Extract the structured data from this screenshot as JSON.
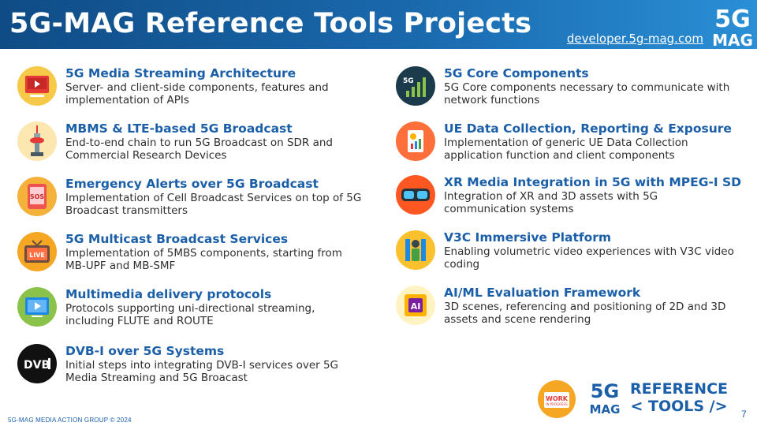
{
  "header": {
    "title": "5G-MAG Reference Tools Projects",
    "url": "developer.5g-mag.com",
    "logo_top": "5G",
    "logo_bottom": "MAG"
  },
  "left_items": [
    {
      "title": "5G Media Streaming Architecture",
      "desc": "Server- and client-side components, features and implementation of APIs",
      "icon": "video-player-icon"
    },
    {
      "title": "MBMS & LTE-based 5G Broadcast",
      "desc": "End-to-end chain to run 5G Broadcast on SDR and Commercial Research Devices",
      "icon": "broadcast-tower-icon"
    },
    {
      "title": "Emergency Alerts over 5G Broadcast",
      "desc": "Implementation of Cell Broadcast Services on top of 5G Broadcast transmitters",
      "icon": "sos-phone-icon",
      "icon_text": "SOS"
    },
    {
      "title": "5G Multicast Broadcast Services",
      "desc": "Implementation of 5MBS components, starting from MB-UPF and MB-SMF",
      "icon": "live-tv-icon",
      "icon_text": "LIVE"
    },
    {
      "title": "Multimedia delivery protocols",
      "desc": "Protocols supporting uni-directional streaming, including FLUTE and ROUTE",
      "icon": "media-play-icon"
    },
    {
      "title": "DVB-I over 5G Systems",
      "desc": "Initial steps into integrating DVB-I services over 5G Media Streaming and 5G Broacast",
      "icon": "dvb-i-logo-icon",
      "icon_text": "DVB"
    }
  ],
  "right_items": [
    {
      "title": "5G Core Components",
      "desc": "5G Core components necessary to communicate with network functions",
      "icon": "5g-signal-icon",
      "icon_text": "5G"
    },
    {
      "title": "UE Data Collection, Reporting & Exposure",
      "desc": "Implementation of generic UE Data Collection application function and client components",
      "icon": "data-report-icon"
    },
    {
      "title": "XR Media Integration in 5G with MPEG-I SD",
      "desc": "Integration of XR and 3D assets with 5G communication systems",
      "icon": "vr-headset-icon"
    },
    {
      "title": "V3C Immersive Platform",
      "desc": "Enabling volumetric video experiences with V3C video coding",
      "icon": "volumetric-person-icon"
    },
    {
      "title": "AI/ML Evaluation Framework",
      "desc": "3D scenes, referencing and positioning of 2D and 3D assets and scene rendering",
      "icon": "ai-chip-icon",
      "icon_text": "AI"
    }
  ],
  "footer": {
    "copyright": "5G-MAG MEDIA ACTION GROUP © 2024",
    "page_number": "7",
    "wip_line1": "WORK",
    "wip_line2": "IN PROGRESS",
    "ref_line1": "REFERENCE",
    "ref_line2": "< TOOLS />",
    "ref_logo_top": "5G",
    "ref_logo_bottom": "MAG"
  },
  "colors": {
    "header_dark": "#0f4c86",
    "header_light": "#2a8fd6",
    "title_blue": "#1b5fa8",
    "text": "#2e2e2e"
  }
}
